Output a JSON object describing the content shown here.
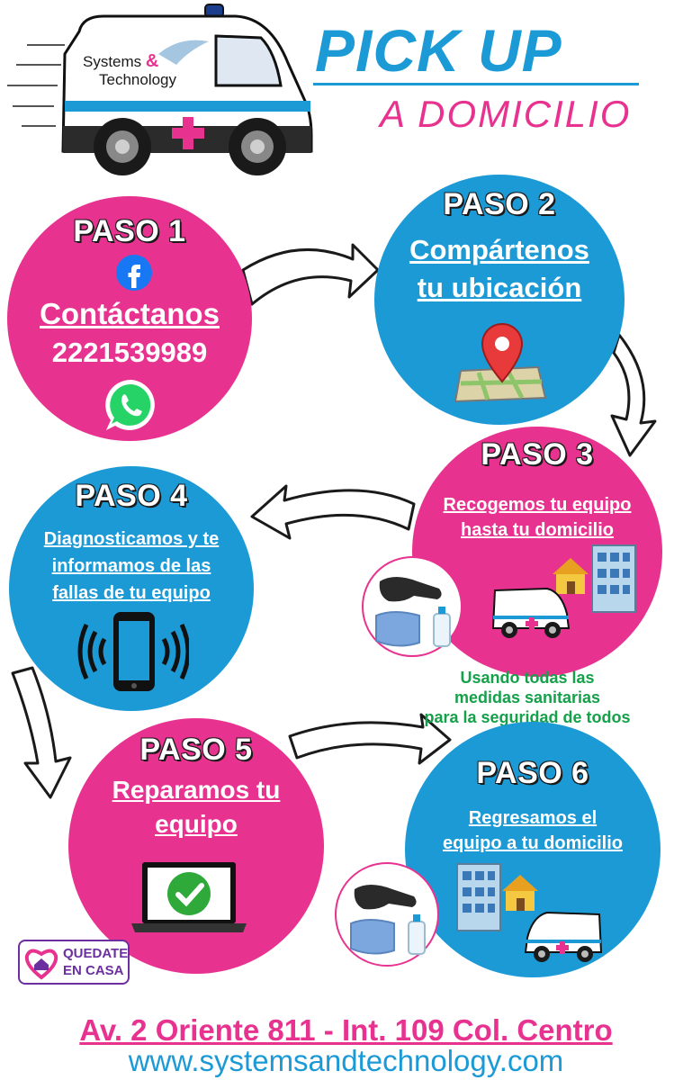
{
  "header": {
    "title": "PICK UP",
    "subtitle": "A  DOMICILIO",
    "brand_top": "Systems",
    "brand_amp": "&",
    "brand_bottom": "Technology"
  },
  "steps": [
    {
      "label": "PASO 1",
      "lines": [
        "Contáctanos",
        "2221539989"
      ],
      "icons": [
        "facebook-icon",
        "whatsapp-icon"
      ]
    },
    {
      "label": "PASO 2",
      "lines": [
        "Compártenos",
        "tu ubicación"
      ],
      "icons": [
        "map-pin-icon"
      ]
    },
    {
      "label": "PASO 3",
      "lines": [
        "Recogemos tu equipo",
        "hasta tu domicilio"
      ],
      "icons": [
        "house-icon",
        "building-icon",
        "ambulance-icon"
      ]
    },
    {
      "label": "PASO 4",
      "lines": [
        "Diagnosticamos y te",
        "informamos de las",
        "fallas de tu equipo"
      ],
      "icons": [
        "phone-icon"
      ]
    },
    {
      "label": "PASO 5",
      "lines": [
        "Reparamos tu",
        "equipo"
      ],
      "icons": [
        "laptop-check-icon"
      ]
    },
    {
      "label": "PASO 6",
      "lines": [
        "Regresamos el ",
        "equipo a tu domicilio"
      ],
      "icons": [
        "building-icon",
        "house-icon",
        "ambulance-icon"
      ]
    }
  ],
  "sanitary_note": [
    "Usando todas las",
    "medidas sanitarias",
    "para la seguridad de todos"
  ],
  "badge": {
    "line1": "QUEDATE",
    "line2": "EN CASA"
  },
  "footer": {
    "address": "Av. 2 Oriente 811 - Int. 109  Col. Centro",
    "website": "www.systemsandtechnology.com"
  },
  "colors": {
    "pink": "#e8328f",
    "blue": "#1c9ad6",
    "green": "#15a04a"
  }
}
